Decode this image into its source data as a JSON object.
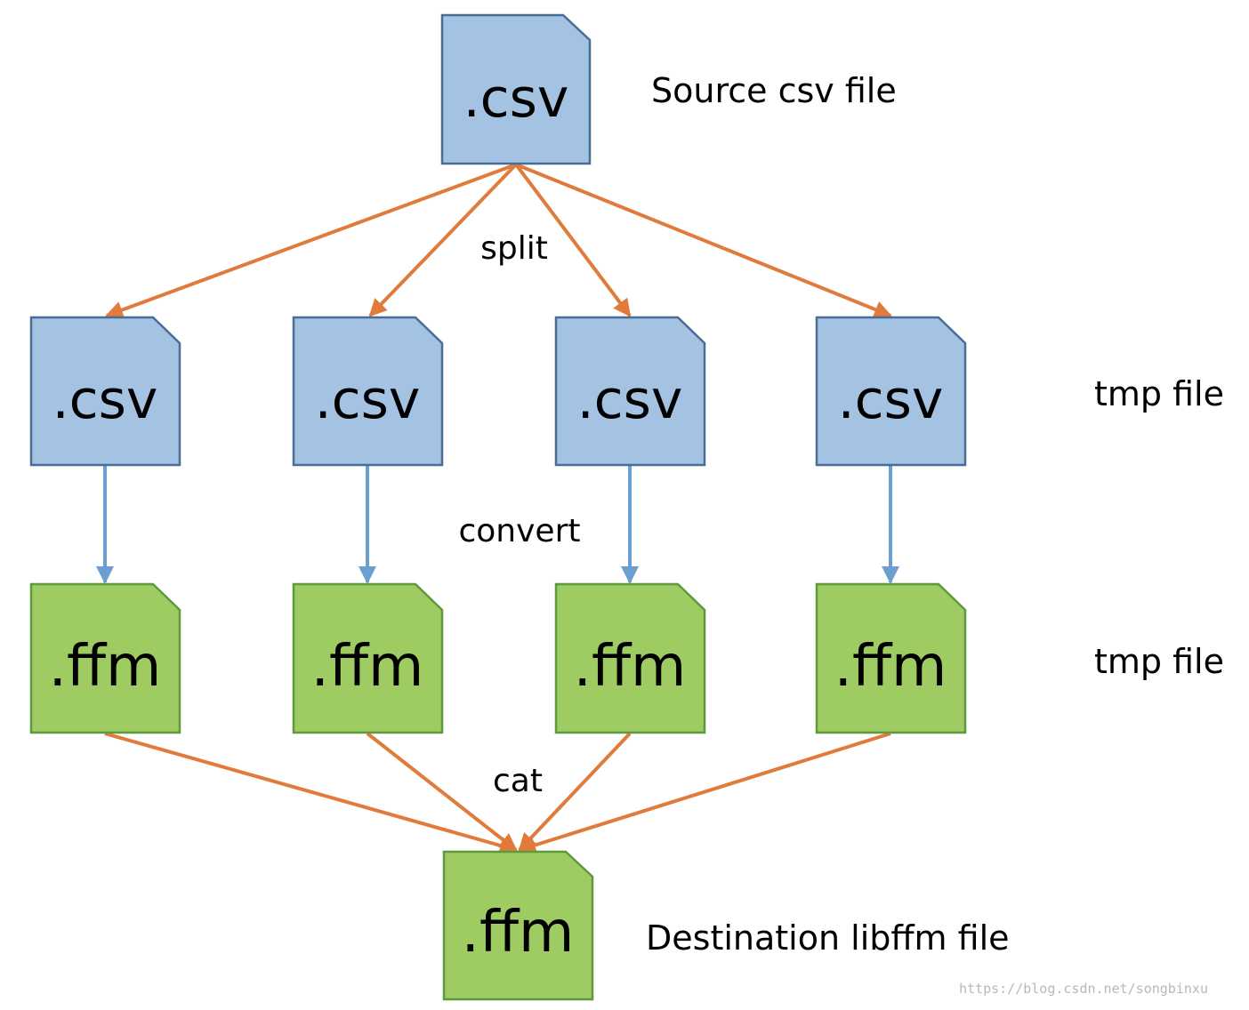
{
  "colors": {
    "csv_fill": "#a4c2e2",
    "csv_stroke": "#4a6d96",
    "ffm_fill": "#9fcb63",
    "ffm_stroke": "#5e9a3c",
    "split_arrow": "#e07b3c",
    "convert_arrow": "#6a9fcf",
    "cat_arrow": "#e07b3c"
  },
  "source": {
    "ext": ".csv",
    "label": "Source csv file"
  },
  "tmp_csv": {
    "label": "tmp file",
    "files": [
      {
        "ext": ".csv"
      },
      {
        "ext": ".csv"
      },
      {
        "ext": ".csv"
      },
      {
        "ext": ".csv"
      }
    ]
  },
  "tmp_ffm": {
    "label": "tmp file",
    "files": [
      {
        "ext": ".ffm"
      },
      {
        "ext": ".ffm"
      },
      {
        "ext": ".ffm"
      },
      {
        "ext": ".ffm"
      }
    ]
  },
  "destination": {
    "ext": ".ffm",
    "label": "Destination libffm file"
  },
  "operations": {
    "split": "split",
    "convert": "convert",
    "cat": "cat"
  },
  "watermark": "https://blog.csdn.net/songbinxu"
}
